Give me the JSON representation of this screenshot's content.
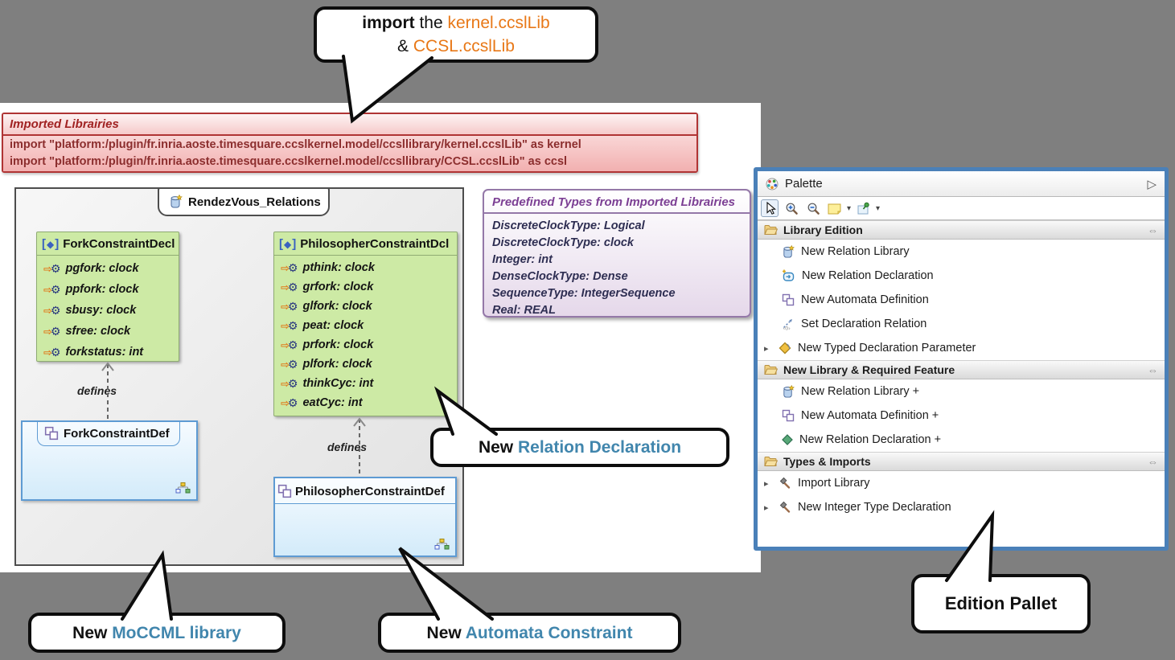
{
  "top_callout": {
    "bold": "import",
    "mid": " the ",
    "lib1": "kernel.ccslLib",
    "amp": "& ",
    "lib2": "CCSL.ccslLib"
  },
  "imported_box": {
    "title": "Imported Librairies",
    "lines": [
      "import \"platform:/plugin/fr.inria.aoste.timesquare.ccslkernel.model/ccsllibrary/kernel.ccslLib\" as kernel",
      "import \"platform:/plugin/fr.inria.aoste.timesquare.ccslkernel.model/ccsllibrary/CCSL.ccslLib\" as ccsl"
    ]
  },
  "diagram": {
    "tab_label": "RendezVous_Relations",
    "defines_label": "defines",
    "fork_decl": {
      "name": "ForkConstraintDecl",
      "attrs": [
        "pgfork: clock",
        "ppfork: clock",
        "sbusy: clock",
        "sfree: clock",
        "forkstatus: int"
      ]
    },
    "philosopher_decl": {
      "name": "PhilosopherConstraintDcl",
      "attrs": [
        "pthink: clock",
        "grfork: clock",
        "glfork: clock",
        "peat: clock",
        "prfork: clock",
        "plfork: clock",
        "thinkCyc: int",
        "eatCyc: int"
      ]
    },
    "fork_def": {
      "name": "ForkConstraintDef"
    },
    "philosopher_def": {
      "name": "PhilosopherConstraintDef"
    }
  },
  "predefined_box": {
    "title": "Predefined Types from Imported Librairies",
    "items": [
      "DiscreteClockType: Logical",
      "DiscreteClockType: clock",
      "Integer: int",
      "DenseClockType: Dense",
      "SequenceType: IntegerSequence",
      "Real: REAL"
    ]
  },
  "palette": {
    "title": "Palette",
    "collapse_icon": "right-triangle-icon",
    "toolbar_tools": [
      "select-tool",
      "zoom-in-tool",
      "zoom-out-tool",
      "note-tool",
      "pin-note-tool"
    ],
    "section_pin_icon": "pin-toggle-icon",
    "sections": [
      {
        "label": "Library Edition",
        "items": [
          {
            "label": "New Relation Library",
            "icon": "relation-library-icon"
          },
          {
            "label": "New Relation Declaration",
            "icon": "relation-declaration-icon"
          },
          {
            "label": "New Automata Definition",
            "icon": "automata-definition-icon"
          },
          {
            "label": "Set Declaration Relation",
            "icon": "set-declaration-icon"
          },
          {
            "label": "New Typed Declaration Parameter",
            "icon": "typed-parameter-icon",
            "expandable": true
          }
        ]
      },
      {
        "label": "New Library & Required Feature",
        "items": [
          {
            "label": "New Relation Library +",
            "icon": "relation-library-icon"
          },
          {
            "label": "New Automata Definition +",
            "icon": "automata-definition-icon"
          },
          {
            "label": "New Relation Declaration +",
            "icon": "green-diamond-icon"
          }
        ]
      },
      {
        "label": "Types & Imports",
        "items": [
          {
            "label": "Import Library",
            "icon": "hammer-icon",
            "expandable": true
          },
          {
            "label": "New Integer Type Declaration",
            "icon": "hammer-icon",
            "expandable": true
          }
        ]
      }
    ]
  },
  "callouts": {
    "relation": {
      "prefix": "New ",
      "rest": "Relation Declaration"
    },
    "moccml": {
      "prefix": "New ",
      "rest": "MoCCML library"
    },
    "automata": {
      "prefix": "New ",
      "rest": "Automata Constraint"
    },
    "edition": {
      "text": "Edition Pallet"
    }
  },
  "colors": {
    "accent_teal": "#4186ad",
    "accent_orange": "#e87817",
    "palette_border": "#4a80b8",
    "decl_green": "#cdeaa5",
    "def_blue": "#d8edfb",
    "imported_red": "#b03434",
    "predefined_purple": "#9478a8"
  }
}
